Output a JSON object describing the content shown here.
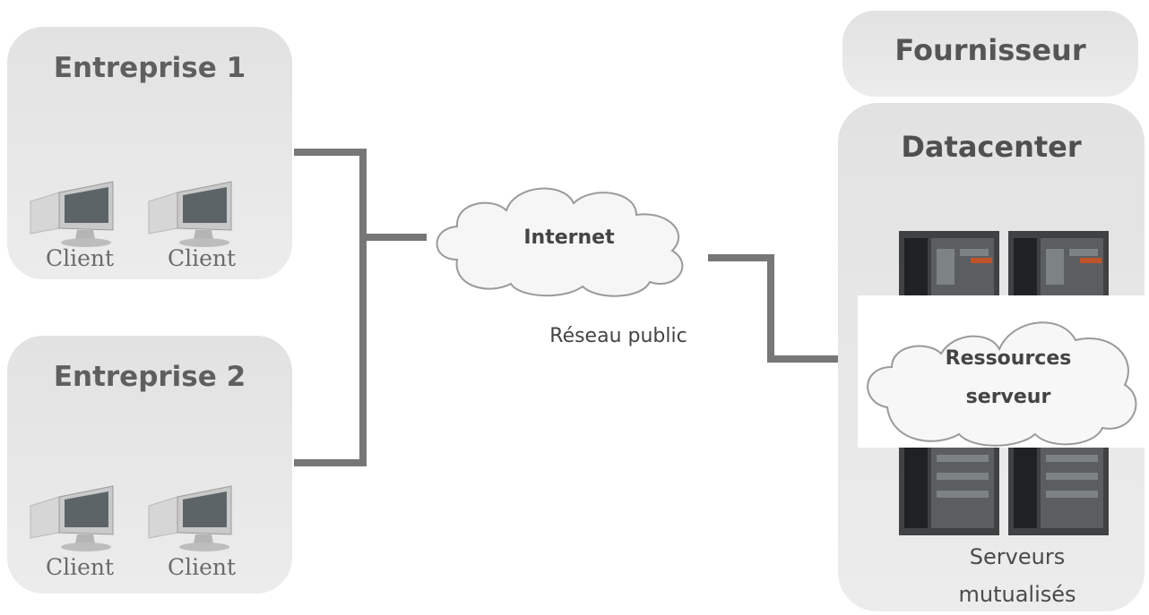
{
  "enterprise1": {
    "title": "Entreprise 1",
    "clients": [
      "Client",
      "Client"
    ]
  },
  "enterprise2": {
    "title": "Entreprise 2",
    "clients": [
      "Client",
      "Client"
    ]
  },
  "internet": {
    "label": "Internet",
    "caption": "Réseau public"
  },
  "provider": {
    "title": "Fournisseur",
    "datacenter_title": "Datacenter",
    "resources_line1": "Ressources",
    "resources_line2": "serveur",
    "servers_line1": "Serveurs",
    "servers_line2": "mutualisés"
  },
  "colors": {
    "box": "#e6e6e6",
    "wire": "#777777",
    "title_text": "#5f5f5f"
  },
  "icons": [
    "computer-monitor-icon",
    "cloud-shape",
    "server-rack-icon"
  ]
}
